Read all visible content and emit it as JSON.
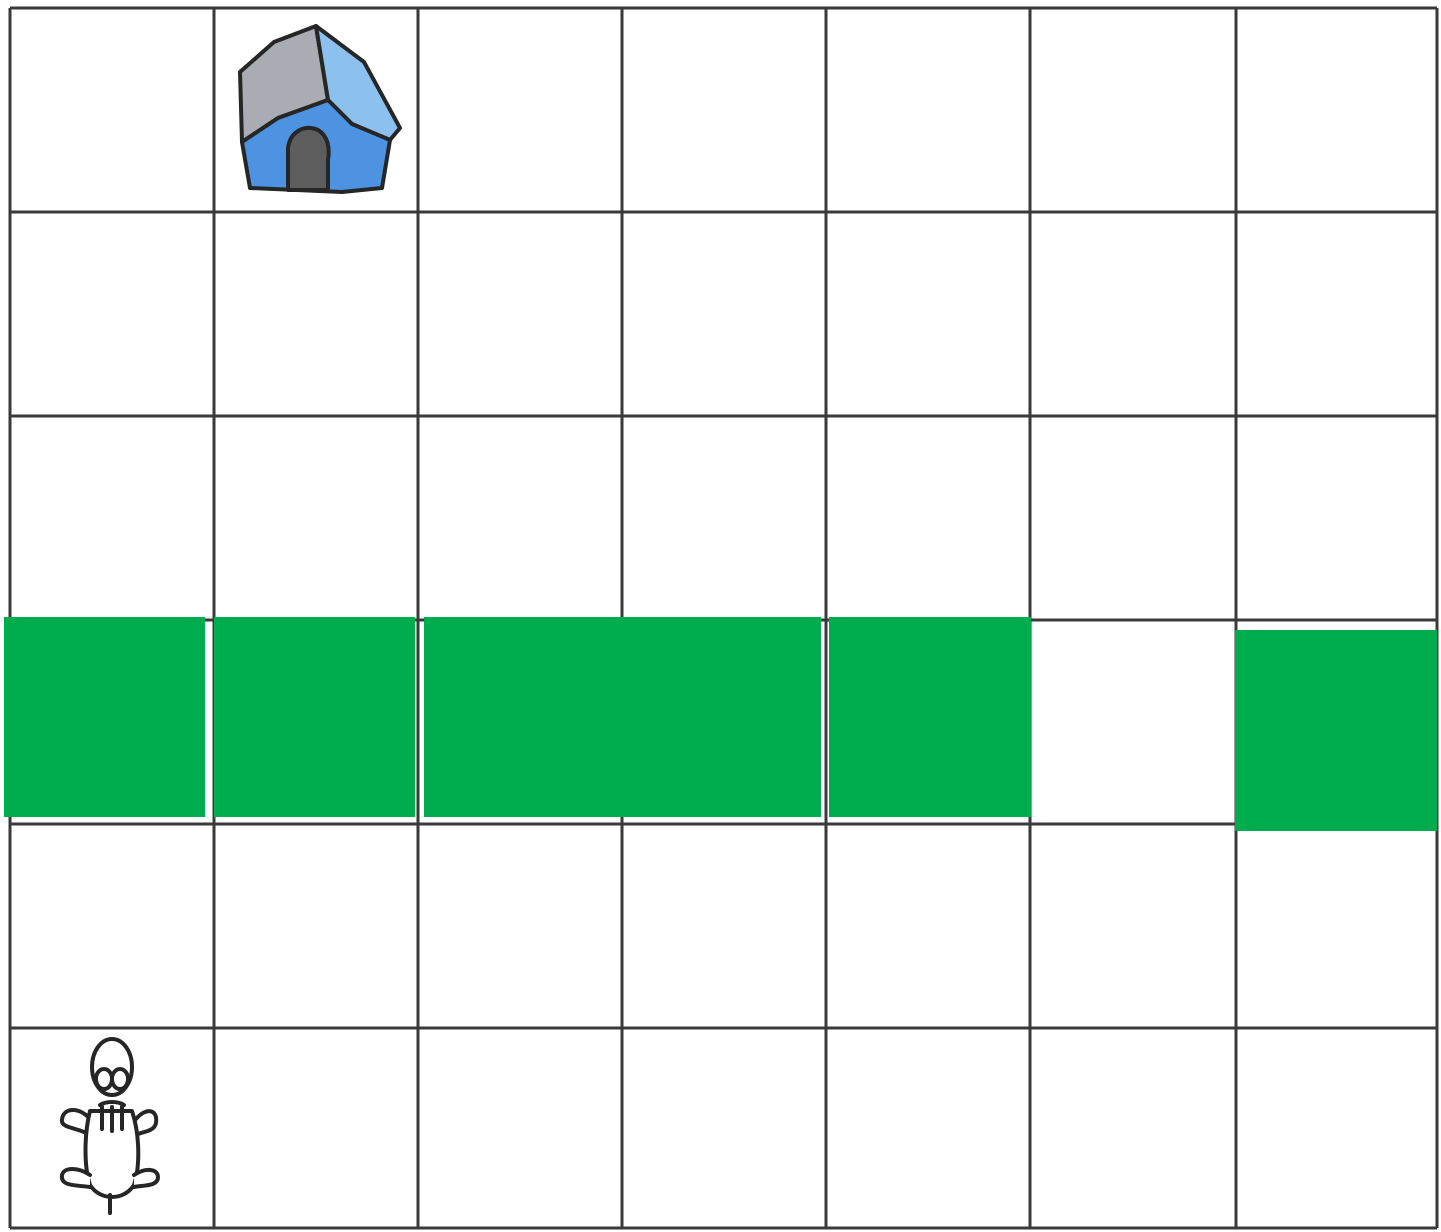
{
  "board": {
    "rows": 6,
    "cols": 7,
    "cell_fill": "#ffffff",
    "grid_color": "#3a3a3a",
    "path_color": "#00ad4e",
    "path_cells": [
      [
        3,
        0
      ],
      [
        3,
        1
      ],
      [
        3,
        2
      ],
      [
        3,
        3
      ],
      [
        3,
        4
      ],
      [
        3,
        6
      ]
    ],
    "gap_cell": [
      3,
      5
    ]
  },
  "pieces": {
    "house": {
      "icon": "doghouse-icon",
      "cell": [
        0,
        1
      ],
      "roof_left_color": "#a9acb2",
      "roof_right_color": "#8cc0ee",
      "wall_color": "#4d93e2",
      "door_color": "#5d5d5d"
    },
    "character": {
      "icon": "cartoon-creature-icon",
      "cell": [
        5,
        0
      ],
      "line_color": "#262626"
    }
  }
}
